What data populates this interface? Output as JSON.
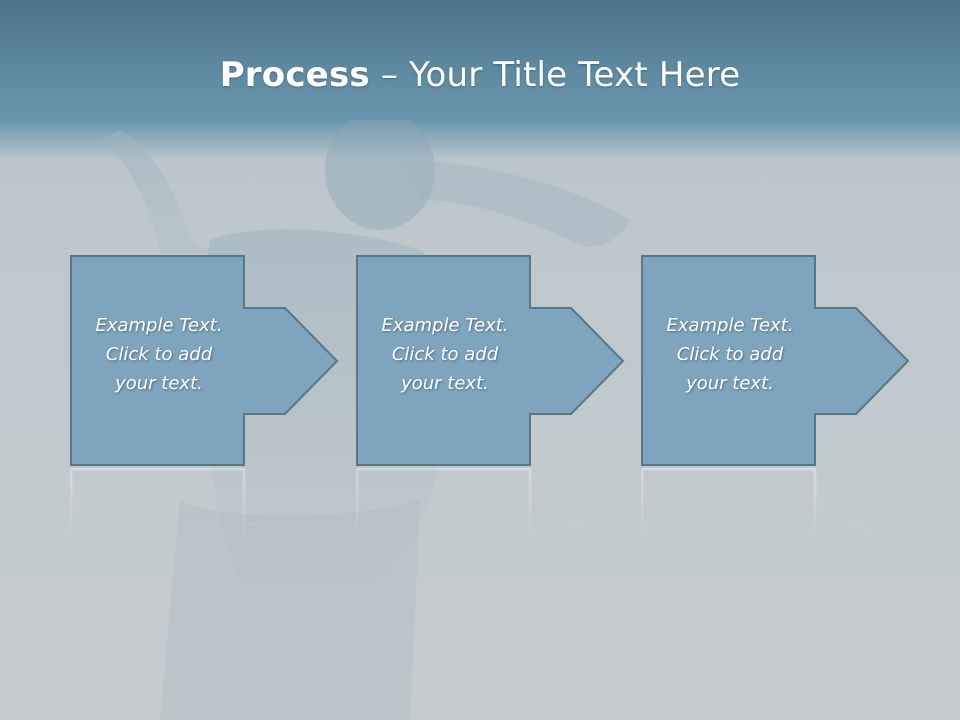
{
  "slide": {
    "title_bold": "Process",
    "title_rest": " – Your Title Text Here",
    "steps": [
      {
        "text": "Example Text.\nClick  to add\nyour text."
      },
      {
        "text": "Example Text.\nClick  to add\nyour text."
      },
      {
        "text": "Example Text.\nClick  to add\nyour text."
      }
    ]
  },
  "colors": {
    "header": "#5f8aa2",
    "box_fill": "#7fa5be",
    "box_stroke": "#5b7787",
    "background": "#bec8cd"
  }
}
